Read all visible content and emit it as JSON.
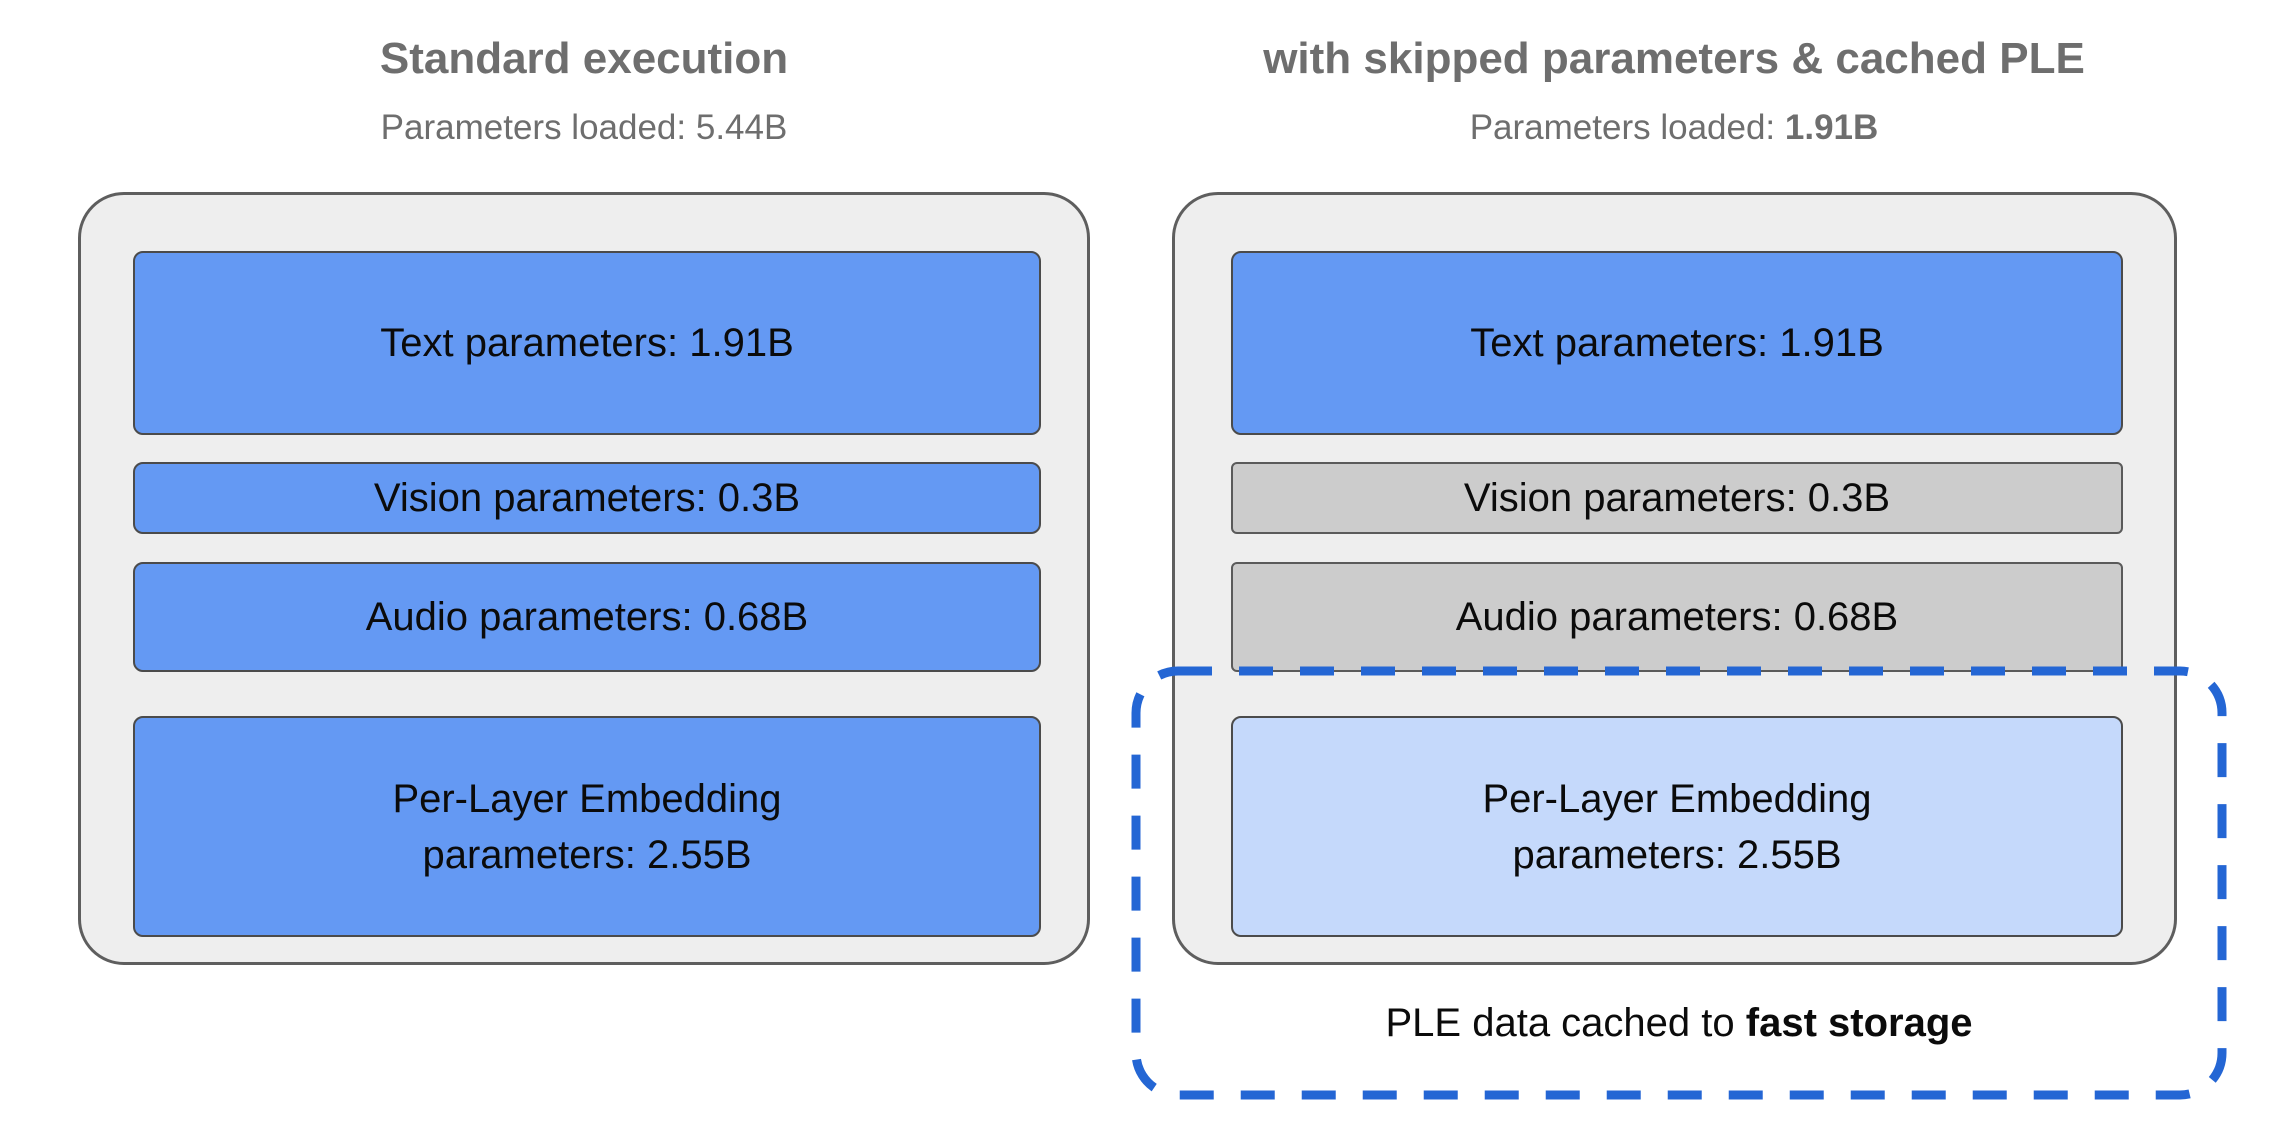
{
  "colors": {
    "title_gray": "#6e6e6e",
    "panel_fill": "#eeeeee",
    "panel_border": "#5e5e5e",
    "loaded_box_blue": "#6499f3",
    "skipped_box_gray": "#cccccc",
    "cached_box_lightblue": "#c5d9fb",
    "dashed_outline_blue": "#2466d4",
    "box_text": "#0b0b0b"
  },
  "left": {
    "title": "Standard execution",
    "subtitle_prefix": "Parameters loaded: ",
    "subtitle_value": "5.44B",
    "boxes": [
      {
        "lines": [
          "Text parameters: 1.91B"
        ]
      },
      {
        "lines": [
          "Vision parameters: 0.3B"
        ]
      },
      {
        "lines": [
          "Audio parameters: 0.68B"
        ]
      },
      {
        "lines": [
          "Per-Layer Embedding",
          "parameters: 2.55B"
        ]
      }
    ]
  },
  "right": {
    "title": "with skipped parameters & cached PLE",
    "subtitle_prefix": "Parameters loaded: ",
    "subtitle_value": "1.91B",
    "boxes": [
      {
        "lines": [
          "Text parameters: 1.91B"
        ]
      },
      {
        "lines": [
          "Vision parameters: 0.3B"
        ]
      },
      {
        "lines": [
          "Audio parameters: 0.68B"
        ]
      },
      {
        "lines": [
          "Per-Layer Embedding",
          "parameters: 2.55B"
        ]
      }
    ],
    "caption_prefix": "PLE data cached to ",
    "caption_bold": "fast storage"
  }
}
